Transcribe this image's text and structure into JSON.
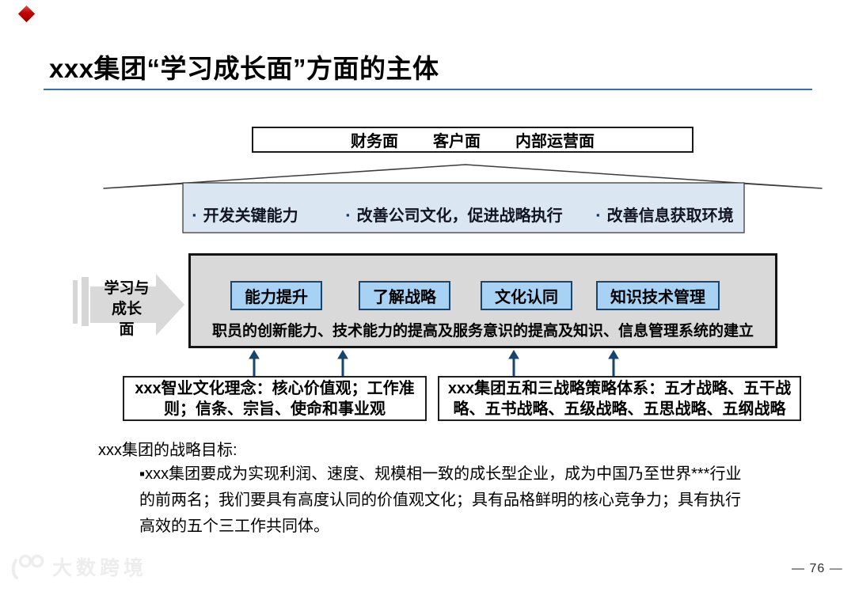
{
  "slide": {
    "title": "xxx集团“学习成长面”方面的主体",
    "page_number": "— 76 —",
    "watermark_text": "大数跨境"
  },
  "perspectives_box": {
    "items": [
      "财务面",
      "客户面",
      "内部运营面"
    ]
  },
  "banner": {
    "bullet_char": "▪",
    "bullets": [
      "开发关键能力",
      "改善公司文化，促进战略执行",
      "改善信息获取环境"
    ]
  },
  "side_label": {
    "line1": "学习与",
    "line2": "成长",
    "line3": "面"
  },
  "main_panel": {
    "chips": [
      "能力提升",
      "了解战略",
      "文化认同",
      "知识技术管理"
    ],
    "description": "职员的创新能力、技术能力的提高及服务意识的提高及知识、信息管理系统的建立"
  },
  "source_boxes": {
    "left": {
      "line1": "xxx智业文化理念：核心价值观；工作准",
      "line2": "则；信条、宗旨、使命和事业观"
    },
    "right": {
      "line1": "xxx集团五和三战略策略体系：五才战略、五干战",
      "line2": "略、五书战略、五级战略、五思战略、五纲战略"
    }
  },
  "strategy_goal": {
    "heading": "xxx集团的战略目标:",
    "line1": "▪xxx集团要成为实现利润、速度、规模相一致的成长型企业，成为中国乃至世界***行业",
    "line2": "的前两名；我们要具有高度认同的价值观文化；具有品格鲜明的核心竞争力；具有执行",
    "line3": "高效的五个三工作共同体。"
  },
  "colors": {
    "accent_line_blue": "#2e74b5",
    "banner_fill": "#dbe6f3",
    "chip_fill": "#a7d2f3",
    "chip_border": "#17456e",
    "panel_fill": "#d9d9d9",
    "arrow_navy": "#17456e",
    "logo_red": "#c00000",
    "watermark_gray": "#ededed"
  }
}
